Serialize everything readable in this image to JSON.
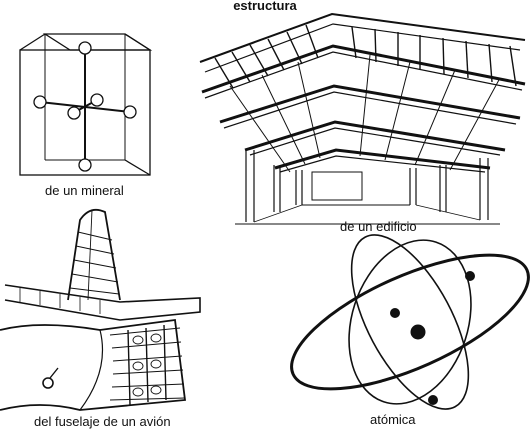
{
  "title": "estructura",
  "captions": {
    "mineral": "de un mineral",
    "building": "de un edificio",
    "airplane": "del fuselaje de un avión",
    "atomic": "atómica"
  }
}
